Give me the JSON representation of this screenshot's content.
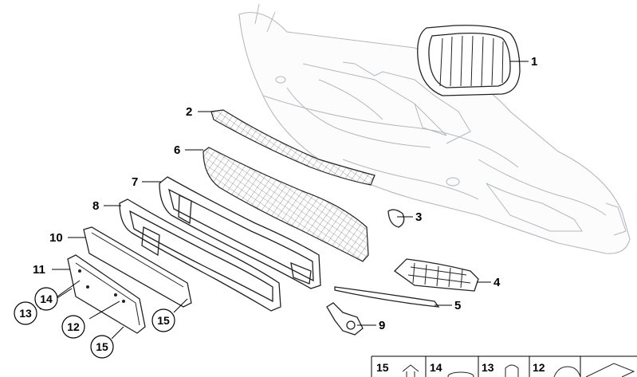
{
  "callouts": {
    "c1": "1",
    "c2": "2",
    "c3": "3",
    "c4": "4",
    "c5": "5",
    "c6": "6",
    "c7": "7",
    "c8": "8",
    "c9": "9",
    "c10": "10",
    "c11": "11",
    "c12": "12",
    "c13": "13",
    "c14": "14",
    "c15a": "15",
    "c15b": "15"
  },
  "legend_strip": {
    "items": [
      "15",
      "14",
      "13",
      "12"
    ]
  }
}
